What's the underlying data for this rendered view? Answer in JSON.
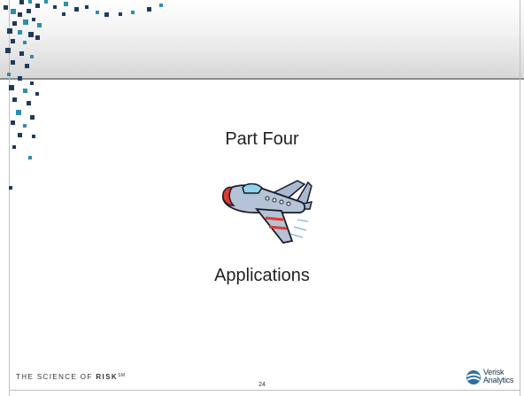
{
  "slide": {
    "title": "Part Four",
    "subtitle": "Applications",
    "page_number": "24"
  },
  "footer": {
    "tagline_prefix": "THE SCIENCE OF ",
    "tagline_emphasis": "RISK",
    "tagline_mark": "SM"
  },
  "logo": {
    "line1": "Verisk",
    "line2": "Analytics"
  },
  "illustration": {
    "icon": "airplane-icon"
  },
  "colors": {
    "deco_navy": "#1f3a5f",
    "deco_teal": "#2a8fa8",
    "plane_body": "#b4c3d6",
    "plane_accent": "#e03a2e"
  }
}
